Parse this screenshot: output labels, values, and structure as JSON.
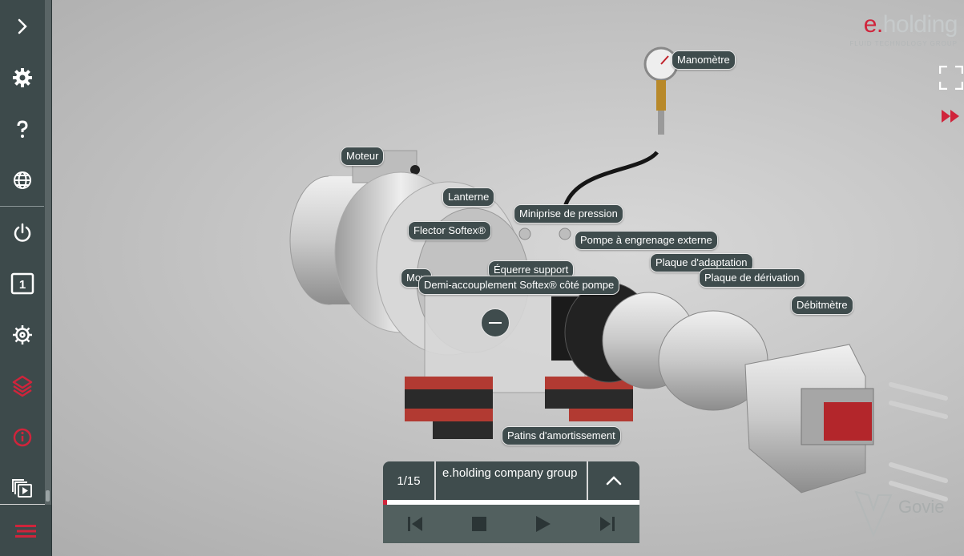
{
  "sidebar": {
    "items": [
      {
        "name": "expand-sidebar-button",
        "icon": "chevron-right-icon"
      },
      {
        "name": "settings-button",
        "icon": "gear-icon"
      },
      {
        "name": "help-button",
        "icon": "question-icon"
      },
      {
        "name": "language-button",
        "icon": "globe-icon"
      },
      {
        "name": "power-button",
        "icon": "power-icon"
      },
      {
        "name": "step-number-button",
        "icon": "numbered-box-icon",
        "text": "1"
      },
      {
        "name": "configure-button",
        "icon": "cog-target-icon"
      },
      {
        "name": "layers-button",
        "icon": "layers-icon"
      },
      {
        "name": "info-button",
        "icon": "info-icon"
      },
      {
        "name": "media-button",
        "icon": "media-stack-icon"
      },
      {
        "name": "menu-button",
        "icon": "menu-icon"
      }
    ],
    "accent": "#d0243b"
  },
  "logo": {
    "brand_prefix": "e.",
    "brand_name": "holding",
    "tagline": "FLUID TECHNOLOGY GROUP"
  },
  "labels": [
    {
      "key": "manometre",
      "text": "Manomètre"
    },
    {
      "key": "moteur",
      "text": "Moteur"
    },
    {
      "key": "lanterne",
      "text": "Lanterne"
    },
    {
      "key": "miniprise",
      "text": "Miniprise de pression"
    },
    {
      "key": "flector",
      "text": "Flector Softex®"
    },
    {
      "key": "pompe",
      "text": "Pompe à engrenage externe"
    },
    {
      "key": "plaque_adaptation",
      "text": "Plaque d'adaptation"
    },
    {
      "key": "equerre",
      "text": "Équerre support"
    },
    {
      "key": "plaque_derivation",
      "text": "Plaque de dérivation"
    },
    {
      "key": "moyeu",
      "text": "Moy"
    },
    {
      "key": "demi_accouplement",
      "text": "Demi-accouplement Softex® côté pompe"
    },
    {
      "key": "debitmetre",
      "text": "Débitmètre"
    },
    {
      "key": "patins",
      "text": "Patins d'amortissement"
    }
  ],
  "player": {
    "step": "1/15",
    "title": "e.holding company group",
    "progress": 0.015
  },
  "watermark": "Govie"
}
